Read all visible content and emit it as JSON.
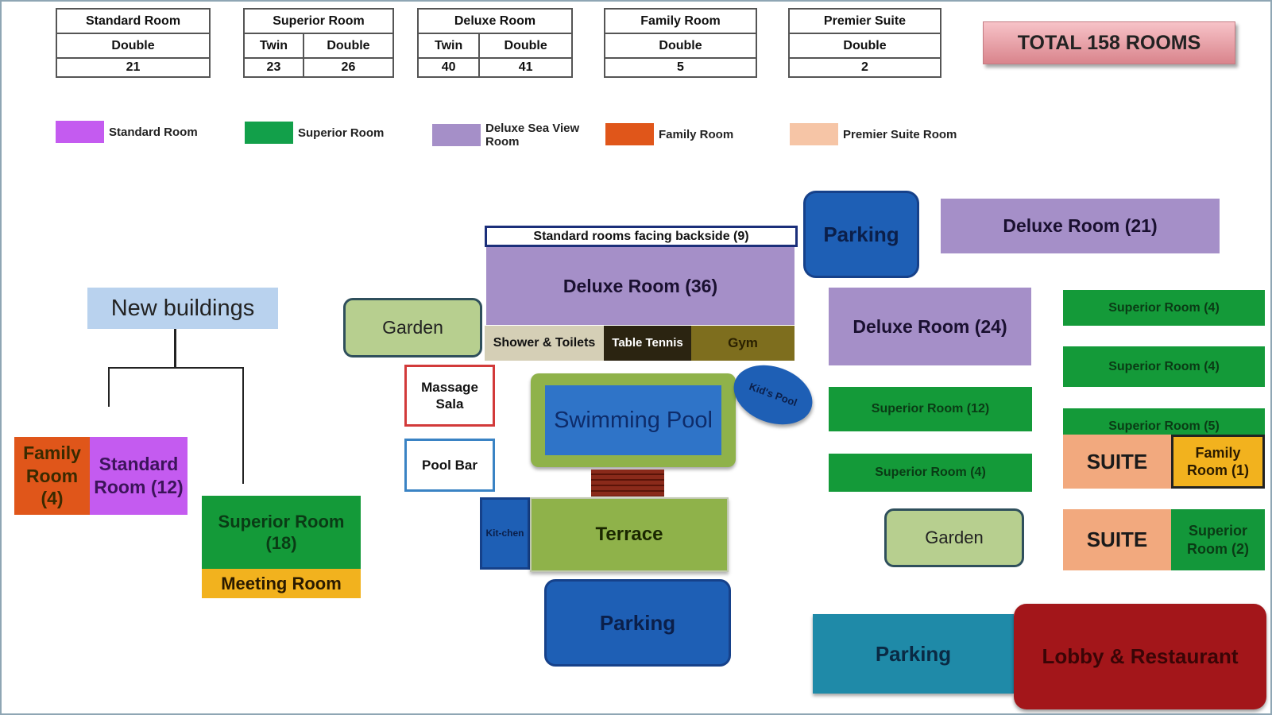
{
  "tables": [
    {
      "title": "Standard Room",
      "types": [
        "Double"
      ],
      "counts": [
        "21"
      ]
    },
    {
      "title": "Superior Room",
      "types": [
        "Twin",
        "Double"
      ],
      "counts": [
        "23",
        "26"
      ]
    },
    {
      "title": "Deluxe Room",
      "types": [
        "Twin",
        "Double"
      ],
      "counts": [
        "40",
        "41"
      ]
    },
    {
      "title": "Family Room",
      "types": [
        "Double"
      ],
      "counts": [
        "5"
      ]
    },
    {
      "title": "Premier Suite",
      "types": [
        "Double"
      ],
      "counts": [
        "2"
      ]
    }
  ],
  "total_label": "TOTAL 158 ROOMS",
  "legend": [
    {
      "label": "Standard Room",
      "color": "#c45bf0"
    },
    {
      "label": "Superior Room",
      "color": "#12a04a"
    },
    {
      "label": "Deluxe Sea View Room",
      "color": "#a58fc8"
    },
    {
      "label": "Family Room",
      "color": "#e0561a"
    },
    {
      "label": "Premier Suite Room",
      "color": "#f6c5a6"
    }
  ],
  "map": {
    "new_buildings": "New buildings",
    "family_room_4": "Family Room (4)",
    "standard_room_12": "Standard Room (12)",
    "superior_room_18": "Superior Room (18)",
    "meeting_room": "Meeting Room",
    "garden_left": "Garden",
    "massage_sala": "Massage Sala",
    "pool_bar": "Pool Bar",
    "standard_backside": "Standard rooms facing backside (9)",
    "deluxe_36": "Deluxe Room (36)",
    "shower_toilets": "Shower & Toilets",
    "table_tennis": "Table Tennis",
    "gym": "Gym",
    "swimming_pool": "Swimming Pool",
    "kids_pool": "Kid's Pool",
    "kitchen": "Kit-chen",
    "terrace": "Terrace",
    "parking_bottom_center": "Parking",
    "parking_top": "Parking",
    "deluxe_21": "Deluxe Room (21)",
    "deluxe_24": "Deluxe Room (24)",
    "superior_12": "Superior Room (12)",
    "superior_4_mid": "Superior Room (4)",
    "garden_right": "Garden",
    "superior_4_a": "Superior Room (4)",
    "superior_4_b": "Superior Room (4)",
    "superior_5": "Superior Room (5)",
    "suite_1": "SUITE",
    "family_room_1": "Family Room (1)",
    "suite_2": "SUITE",
    "superior_room_2": "Superior Room (2)",
    "parking_bottom_right": "Parking",
    "lobby_restaurant": "Lobby & Restaurant"
  }
}
